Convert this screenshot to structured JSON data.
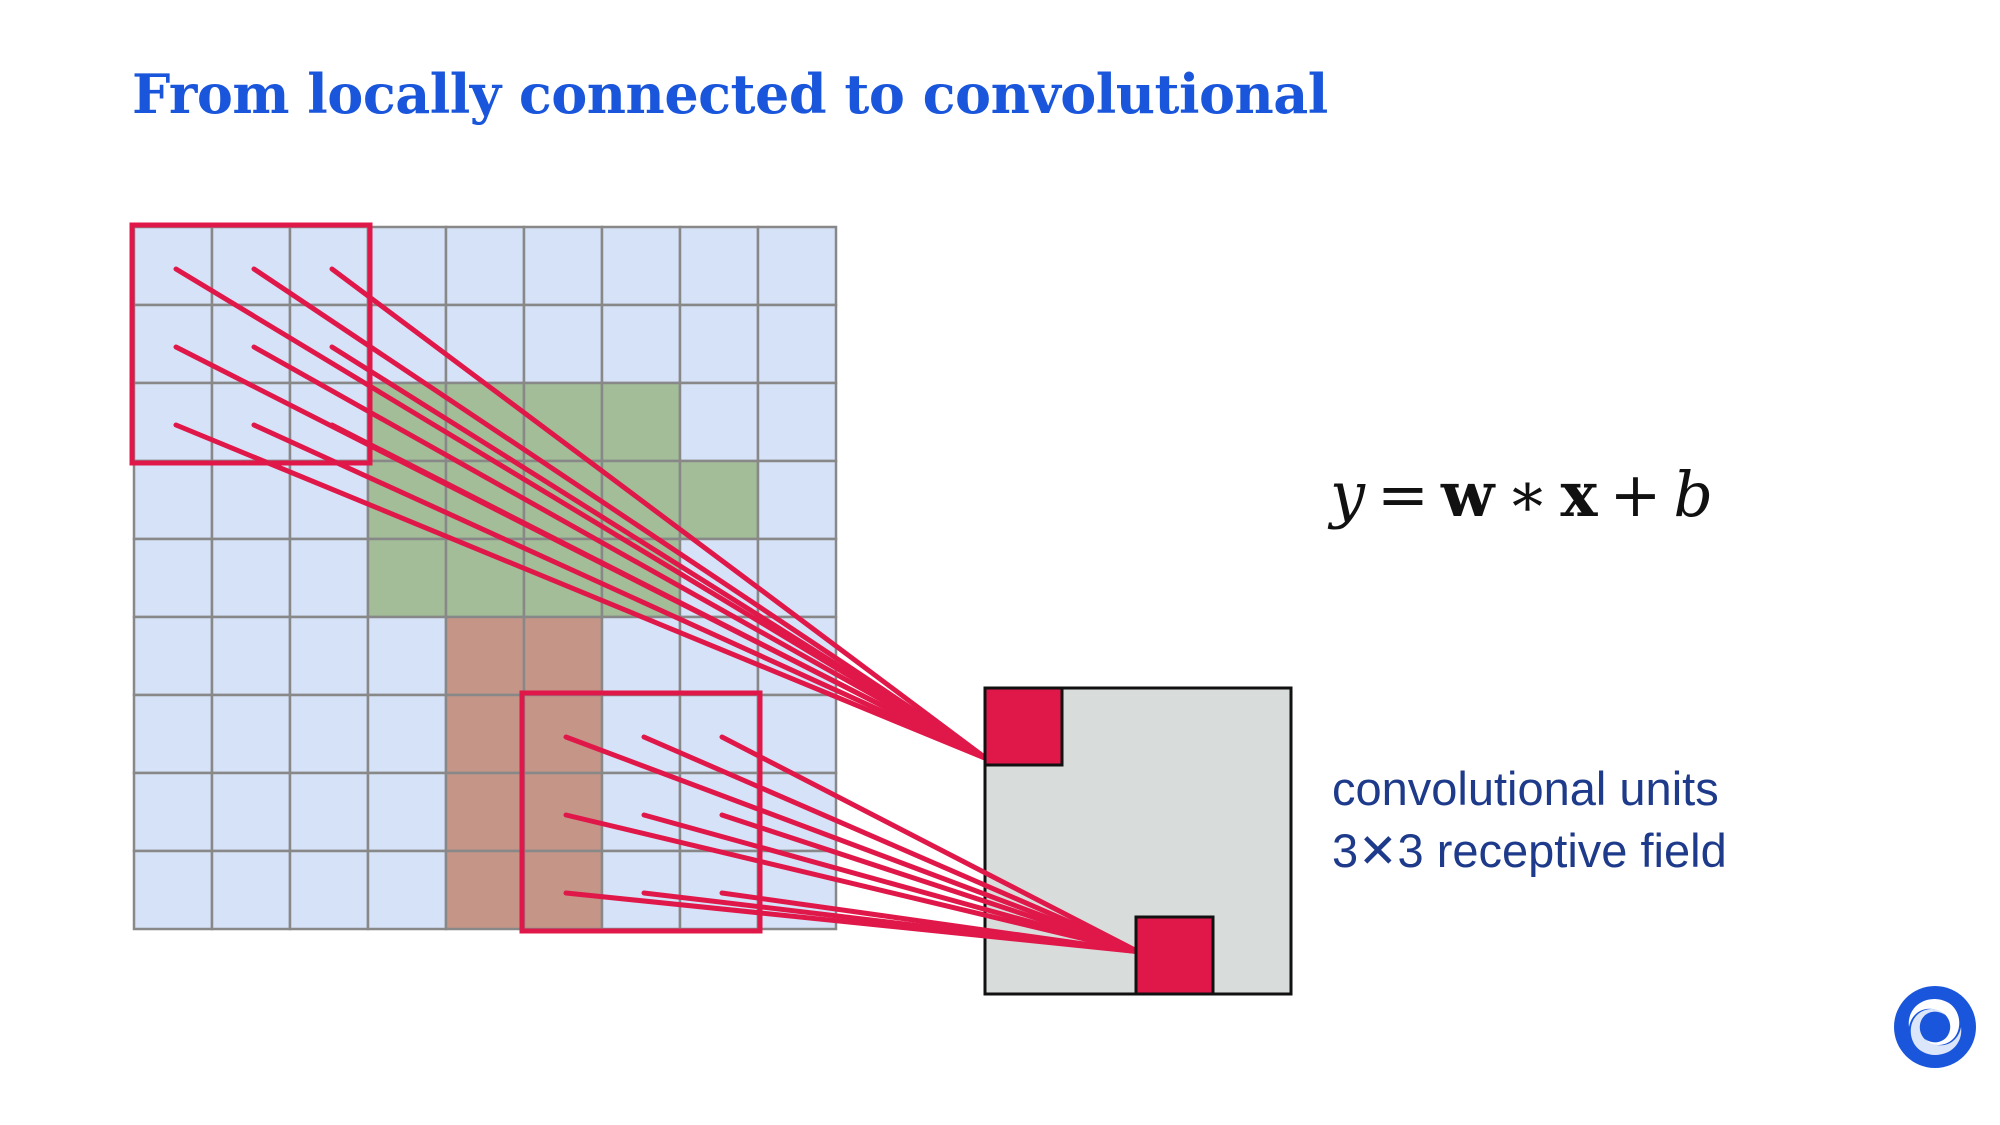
{
  "slide": {
    "title": "From locally connected to convolutional"
  },
  "equation": {
    "y": "y",
    "equals": "=",
    "w": "w",
    "conv": "∗",
    "x": "x",
    "plus": "+",
    "b": "b"
  },
  "caption": {
    "line1": "convolutional units",
    "line2": "3✕3 receptive field"
  },
  "diagram": {
    "grid_size": 9,
    "colors": {
      "cell": "#d5e2f7",
      "cell_border": "#888888",
      "green": "#a2bd98",
      "brown": "#c59587",
      "accent": "#e0184a",
      "output_bg": "#d8dddc",
      "output_border": "#111111"
    },
    "green_cells": [
      [
        2,
        3
      ],
      [
        2,
        4
      ],
      [
        2,
        5
      ],
      [
        2,
        6
      ],
      [
        3,
        3
      ],
      [
        3,
        4
      ],
      [
        3,
        5
      ],
      [
        3,
        6
      ],
      [
        3,
        7
      ],
      [
        4,
        3
      ],
      [
        4,
        4
      ],
      [
        4,
        5
      ],
      [
        4,
        6
      ]
    ],
    "brown_cells": [
      [
        5,
        4
      ],
      [
        5,
        5
      ],
      [
        6,
        4
      ],
      [
        6,
        5
      ],
      [
        7,
        4
      ],
      [
        7,
        5
      ],
      [
        8,
        4
      ],
      [
        8,
        5
      ]
    ],
    "receptive_fields": [
      {
        "row": 0,
        "col": 0,
        "target": "top-left"
      },
      {
        "row": 6,
        "col": 5,
        "target": "bottom-right"
      }
    ]
  },
  "brand": {
    "logo_icon": "deepmind-logo-icon",
    "logo_color": "#1a56db"
  }
}
